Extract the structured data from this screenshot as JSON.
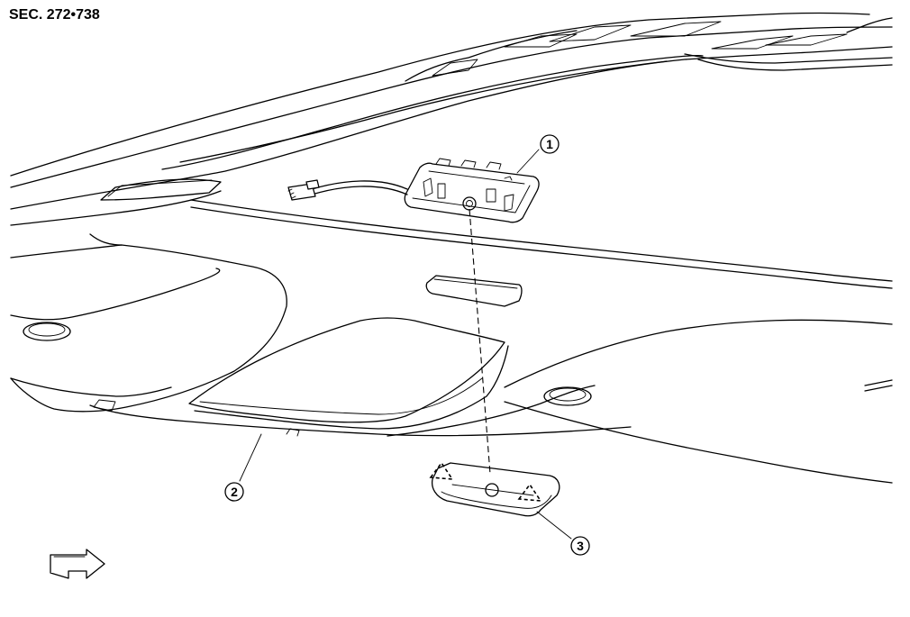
{
  "header": {
    "section_code": "SEC. 272•738"
  },
  "callouts": [
    {
      "number": "1"
    },
    {
      "number": "2"
    },
    {
      "number": "3"
    }
  ],
  "icons": {
    "front_indicator": "front-arrow-icon"
  }
}
